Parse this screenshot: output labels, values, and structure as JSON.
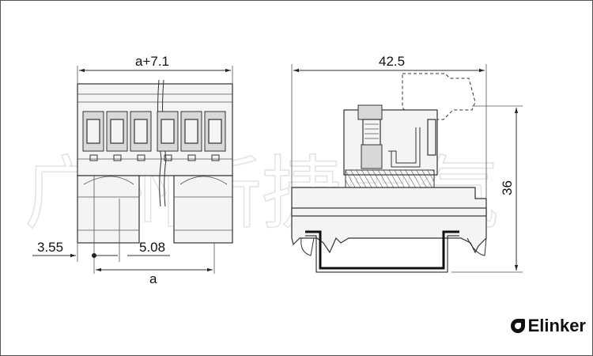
{
  "watermark": "广州新捷电气",
  "brand": {
    "name": "Elinker"
  },
  "front_view": {
    "overall_width_label": "a+7.1",
    "edge_offset_label": "3.55",
    "pitch_label": "5.08",
    "pitch_dim_label": "a"
  },
  "side_view": {
    "width_label": "42.5",
    "height_label": "36"
  }
}
